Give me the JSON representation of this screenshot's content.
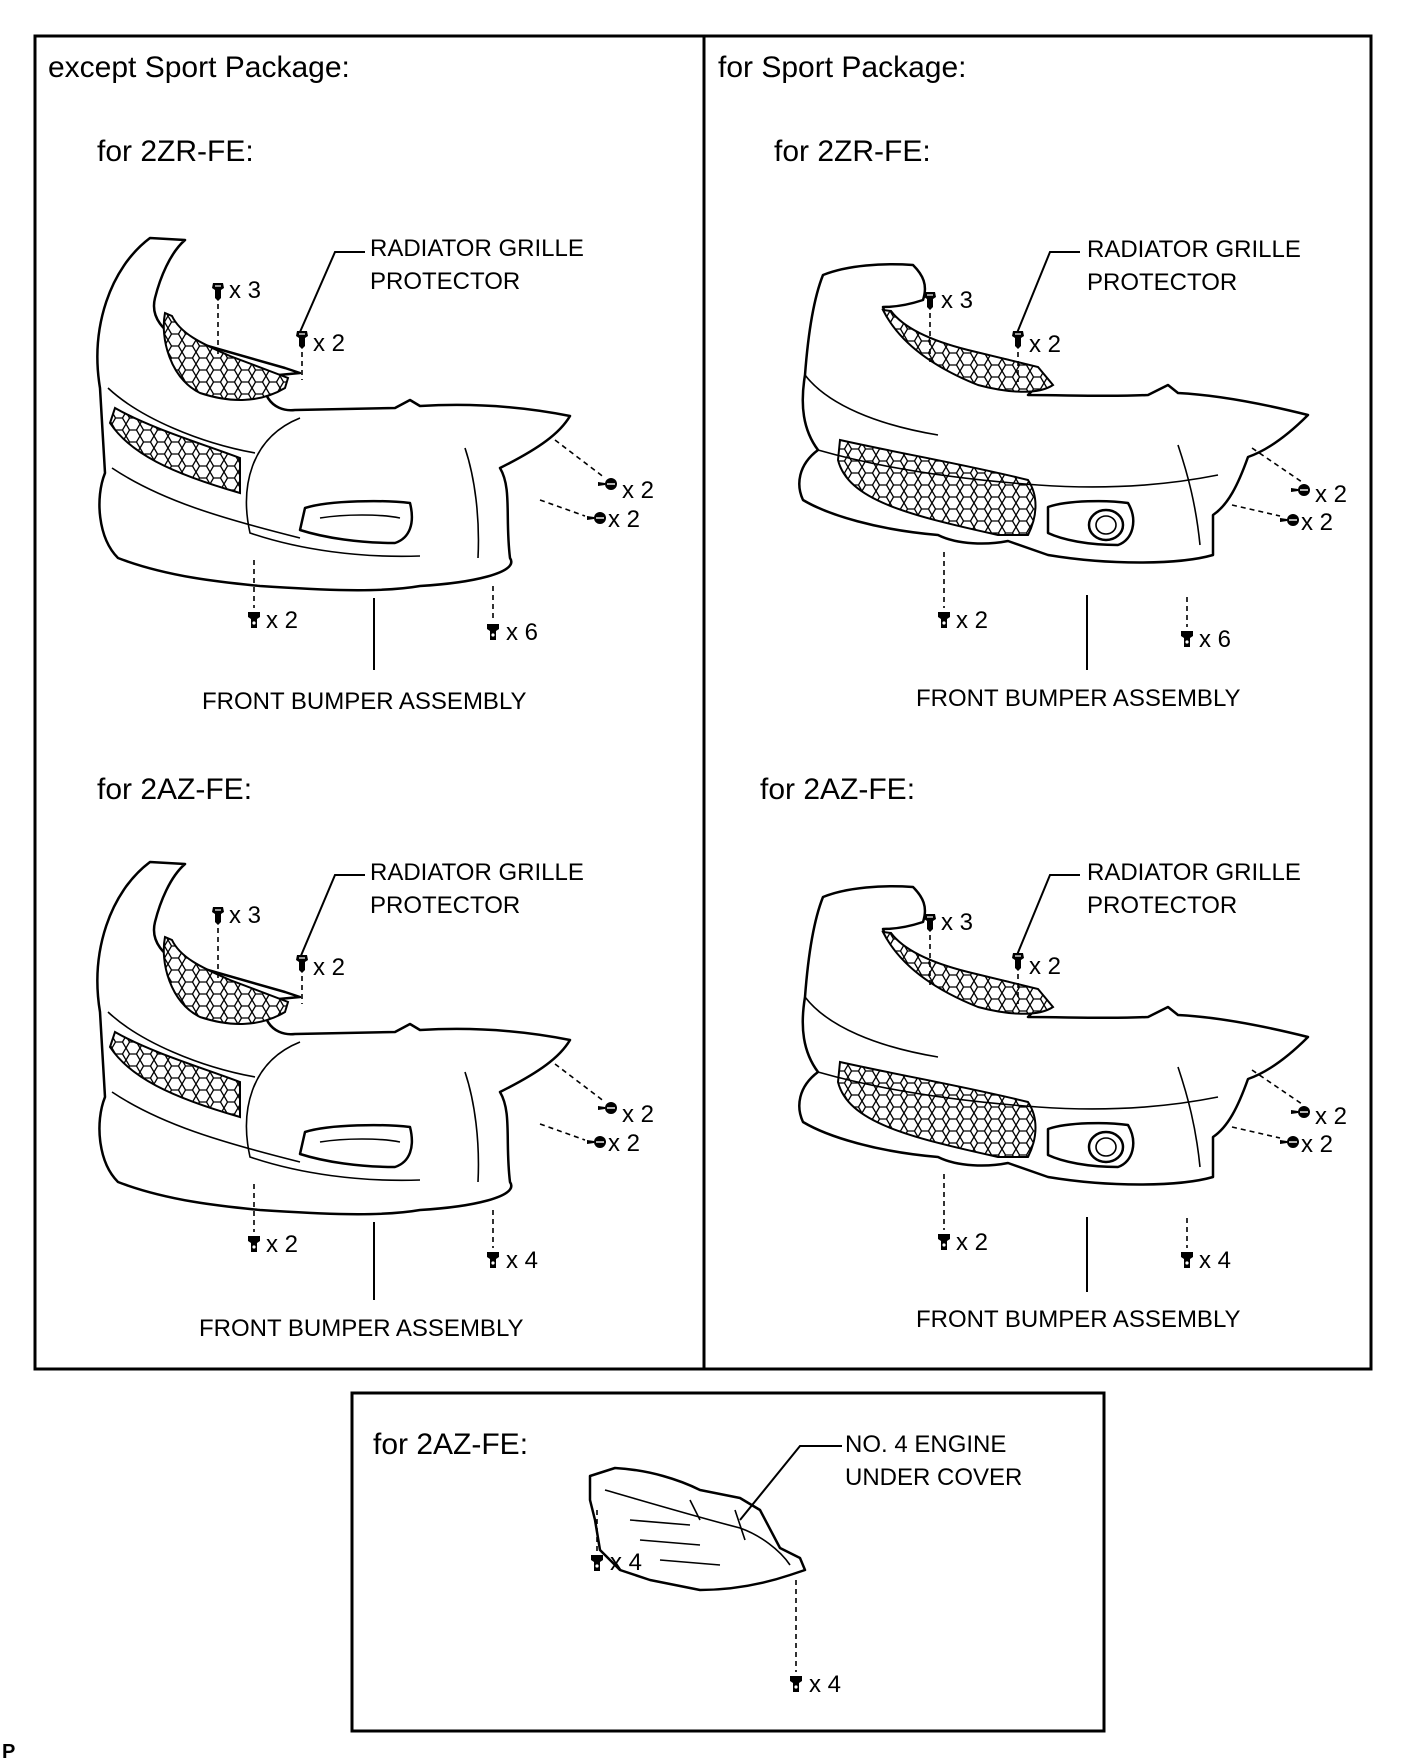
{
  "panels": {
    "except_sport": {
      "title": "except Sport Package:",
      "zr": {
        "heading": "for 2ZR-FE:",
        "grille_label": [
          "RADIATOR GRILLE",
          "PROTECTOR"
        ],
        "bumper_label": "FRONT BUMPER ASSEMBLY",
        "counts": {
          "top_clip": "x 3",
          "grille_clip": "x 2",
          "side_clip": "x 2",
          "side_screw": "x 2",
          "bottom_left": "x 2",
          "bottom_right": "x 6"
        }
      },
      "az": {
        "heading": "for 2AZ-FE:",
        "grille_label": [
          "RADIATOR GRILLE",
          "PROTECTOR"
        ],
        "bumper_label": "FRONT BUMPER ASSEMBLY",
        "counts": {
          "top_clip": "x 3",
          "grille_clip": "x 2",
          "side_clip": "x 2",
          "side_screw": "x 2",
          "bottom_left": "x 2",
          "bottom_right": "x 4"
        }
      }
    },
    "sport": {
      "title": "for Sport Package:",
      "zr": {
        "heading": "for 2ZR-FE:",
        "grille_label": [
          "RADIATOR GRILLE",
          "PROTECTOR"
        ],
        "bumper_label": "FRONT BUMPER ASSEMBLY",
        "counts": {
          "top_clip": "x 3",
          "grille_clip": "x 2",
          "side_clip": "x 2",
          "side_screw": "x 2",
          "bottom_left": "x 2",
          "bottom_right": "x 6"
        }
      },
      "az": {
        "heading": "for 2AZ-FE:",
        "grille_label": [
          "RADIATOR GRILLE",
          "PROTECTOR"
        ],
        "bumper_label": "FRONT BUMPER ASSEMBLY",
        "counts": {
          "top_clip": "x 3",
          "grille_clip": "x 2",
          "side_clip": "x 2",
          "side_screw": "x 2",
          "bottom_left": "x 2",
          "bottom_right": "x 4"
        }
      }
    },
    "under_cover": {
      "heading": "for 2AZ-FE:",
      "label": [
        "NO. 4 ENGINE",
        "UNDER COVER"
      ],
      "counts": {
        "left_clip": "x 4",
        "bottom_clip": "x 4"
      }
    }
  },
  "corner_mark": "P"
}
